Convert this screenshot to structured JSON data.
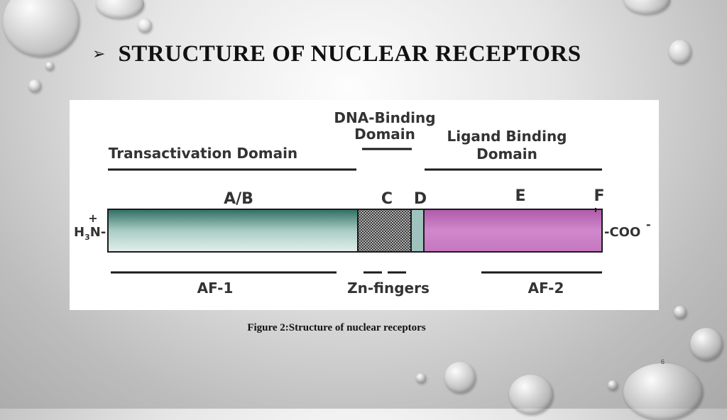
{
  "slide": {
    "bullet": "➢",
    "title": "STRUCTURE OF NUCLEAR RECEPTORS",
    "caption": "Figure 2:Structure of nuclear receptors",
    "page_number": "6"
  },
  "diagram": {
    "domain_labels": {
      "transactivation": "Transactivation Domain",
      "dna_binding_line1": "DNA-Binding",
      "dna_binding_line2": "Domain",
      "ligand_binding_line1": "Ligand Binding",
      "ligand_binding_line2": "Domain"
    },
    "segment_labels": {
      "ab": "A/B",
      "c": "C",
      "d": "D",
      "e": "E",
      "f": "F"
    },
    "terminals": {
      "n_main": "H",
      "n_sub": "3",
      "n_end": "N-",
      "n_charge": "+",
      "c_end": "-COO",
      "c_charge": "-"
    },
    "function_labels": {
      "af1": "AF-1",
      "zn": "Zn-fingers",
      "af2": "AF-2"
    },
    "colors": {
      "ab_segment": "#a9ccc4",
      "c_segment": "#6f6f6f",
      "d_segment": "#9fc2bc",
      "e_segment": "#d088cc",
      "line": "#1b1b1b"
    }
  }
}
